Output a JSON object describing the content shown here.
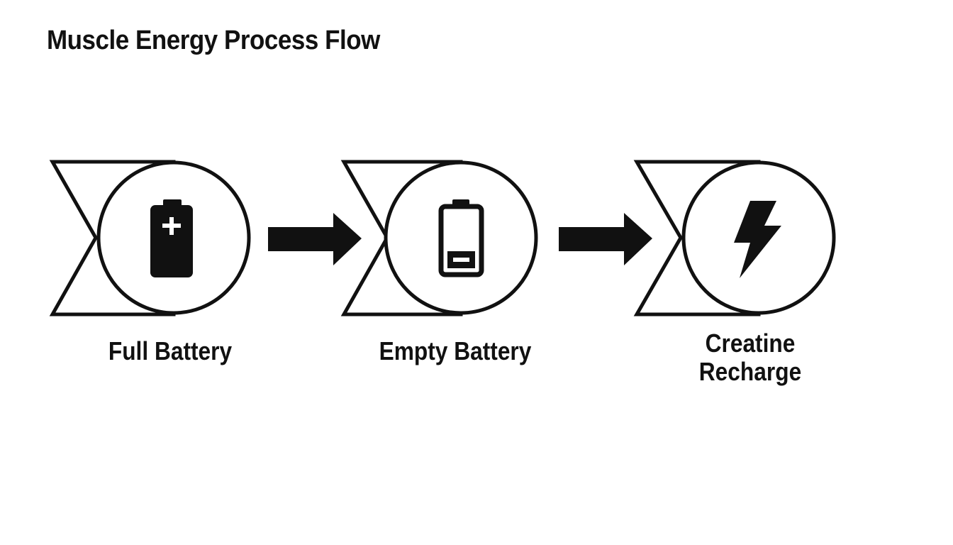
{
  "title": "Muscle Energy Process Flow",
  "nodes": [
    {
      "label": "Full Battery",
      "icon": "full-battery-icon"
    },
    {
      "label": "Empty Battery",
      "icon": "empty-battery-icon"
    },
    {
      "label": "Creatine Recharge",
      "icon": "lightning-bolt-icon"
    }
  ],
  "colors": {
    "stroke": "#111111",
    "fill": "#ffffff",
    "icon": "#111111"
  }
}
